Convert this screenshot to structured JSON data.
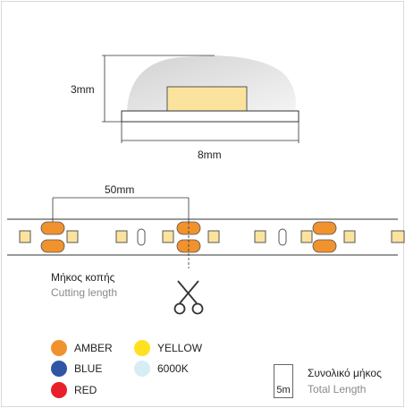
{
  "diagram": {
    "profile": {
      "height_label": "3mm",
      "width_label": "8mm"
    },
    "strip": {
      "cut_spacing_label": "50mm",
      "cutting_length_label_gr": "Μήκος κοπής",
      "cutting_length_label_en": "Cutting length",
      "cut_tool_icon": "scissors-icon"
    },
    "legend": [
      {
        "name": "AMBER",
        "color": "#f0922e"
      },
      {
        "name": "YELLOW",
        "color": "#ffe11f"
      },
      {
        "name": "BLUE",
        "color": "#2f55a4"
      },
      {
        "name": "6000K",
        "color": "#d8ecf6"
      },
      {
        "name": "RED",
        "color": "#e8202a"
      }
    ],
    "reel": {
      "length": "5m",
      "label_gr": "Συνολικό μήκος",
      "label_en": "Total Length",
      "icon": "spiral-reel-icon"
    },
    "colors": {
      "amber_led": "#f0922e",
      "chip_fill": "#fbe39e",
      "chip_stroke": "#555555",
      "dome_fill": "#e3e3e3"
    }
  }
}
